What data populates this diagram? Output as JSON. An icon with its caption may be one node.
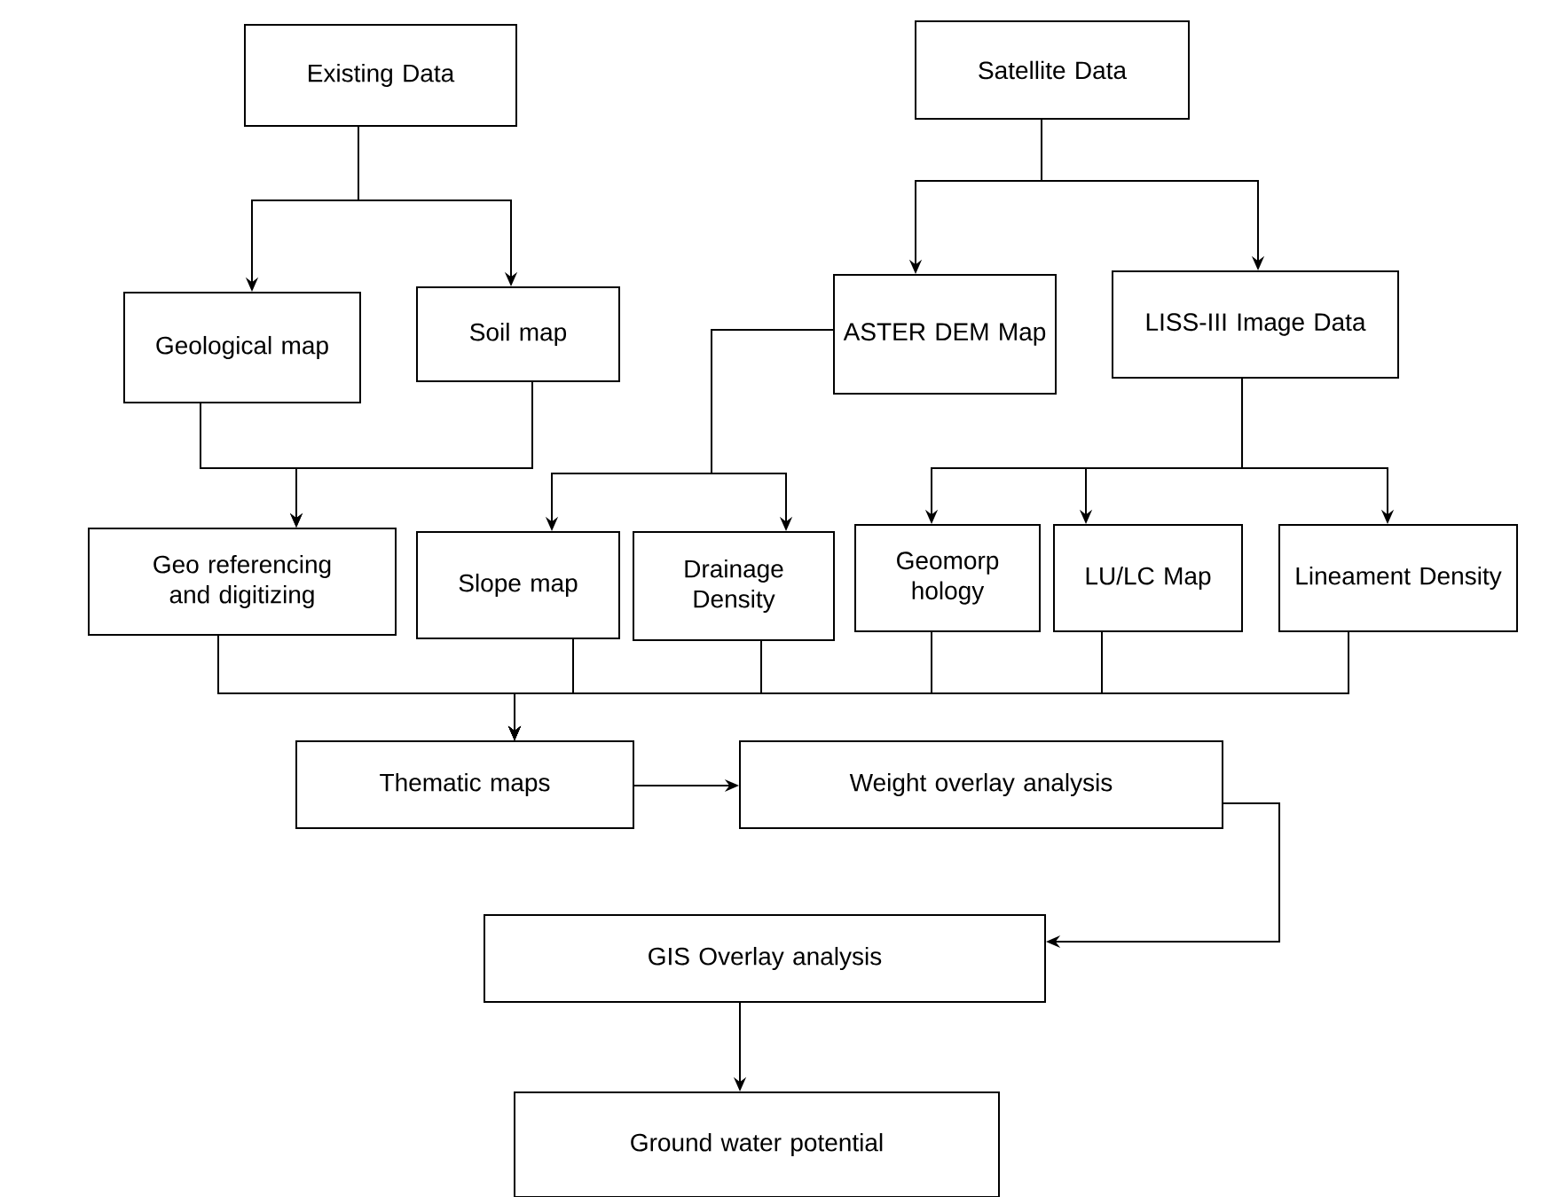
{
  "diagram": {
    "nodes": [
      {
        "text": [
          "Existing Data"
        ]
      },
      {
        "text": [
          "Satellite Data"
        ]
      },
      {
        "text": [
          "Geological map"
        ]
      },
      {
        "text": [
          "Soil map"
        ]
      },
      {
        "text": [
          "ASTER DEM Map"
        ]
      },
      {
        "text": [
          "LISS-III Image Data"
        ]
      },
      {
        "text": [
          "Geo referencing and digitizing"
        ]
      },
      {
        "text": [
          "Slope map"
        ]
      },
      {
        "text": [
          "Drainage Density"
        ]
      },
      {
        "text": [
          "Geomorp hology"
        ]
      },
      {
        "text": [
          "LU/LC Map"
        ]
      },
      {
        "text": [
          "Lineament Density"
        ]
      },
      {
        "text": [
          "Thematic maps"
        ]
      },
      {
        "text": [
          "Weight overlay analysis"
        ]
      },
      {
        "text": [
          "GIS Overlay analysis"
        ]
      },
      {
        "text": [
          "Ground water potential"
        ]
      }
    ],
    "edges": [
      {
        "from": 0,
        "to": 2,
        "arrow": "to"
      },
      {
        "from": 0,
        "to": 3,
        "arrow": "to"
      },
      {
        "from": 1,
        "to": 4,
        "arrow": "to"
      },
      {
        "from": 1,
        "to": 5,
        "arrow": "to"
      },
      {
        "from": 2,
        "to": 6,
        "arrow": "to"
      },
      {
        "from": 3,
        "to": 6,
        "arrow": "to"
      },
      {
        "from": 4,
        "to": 7,
        "arrow": "to"
      },
      {
        "from": 4,
        "to": 8,
        "arrow": "to"
      },
      {
        "from": 5,
        "to": 9,
        "arrow": "to"
      },
      {
        "from": 5,
        "to": 10,
        "arrow": "to"
      },
      {
        "from": 5,
        "to": 11,
        "arrow": "to"
      },
      {
        "from": 6,
        "to": 12,
        "arrow": "to"
      },
      {
        "from": 7,
        "to": 12,
        "arrow": "to"
      },
      {
        "from": 8,
        "to": 12,
        "arrow": "to"
      },
      {
        "from": 9,
        "to": 12,
        "arrow": "to"
      },
      {
        "from": 10,
        "to": 12,
        "arrow": "to"
      },
      {
        "from": 11,
        "to": 12,
        "arrow": "to"
      },
      {
        "from": 12,
        "to": 13,
        "arrow": "to"
      },
      {
        "from": 13,
        "to": 14,
        "arrow": "to"
      },
      {
        "from": 14,
        "to": 15,
        "arrow": "to"
      }
    ]
  }
}
